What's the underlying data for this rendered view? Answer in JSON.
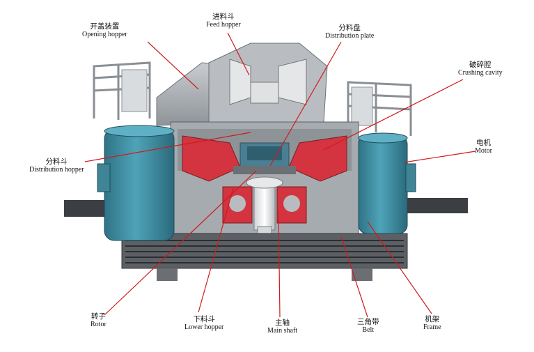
{
  "labels": {
    "opening_hopper": {
      "zh": "开盖装置",
      "en": "Opening hopper"
    },
    "feed_hopper": {
      "zh": "进料斗",
      "en": "Feed hopper"
    },
    "distribution_plate": {
      "zh": "分料盘",
      "en": "Distribution plate"
    },
    "crushing_cavity": {
      "zh": "破碎腔",
      "en": "Crushing cavity"
    },
    "distribution_hopper": {
      "zh": "分料斗",
      "en": "Distribution hopper"
    },
    "motor": {
      "zh": "电机",
      "en": "Motor"
    },
    "rotor": {
      "zh": "转子",
      "en": "Rotor"
    },
    "lower_hopper": {
      "zh": "下料斗",
      "en": "Lower hopper"
    },
    "main_shaft": {
      "zh": "主轴",
      "en": "Main shaft"
    },
    "belt": {
      "zh": "三角带",
      "en": "Belt"
    },
    "frame": {
      "zh": "机架",
      "en": "Frame"
    }
  },
  "colors": {
    "leader_line": "#d11a1a",
    "motor_body": "#3e8ea3",
    "cavity_red": "#d3343f",
    "steel": "#9aa0a6",
    "steel_dark": "#55595e",
    "steel_light": "#d7dadd"
  }
}
